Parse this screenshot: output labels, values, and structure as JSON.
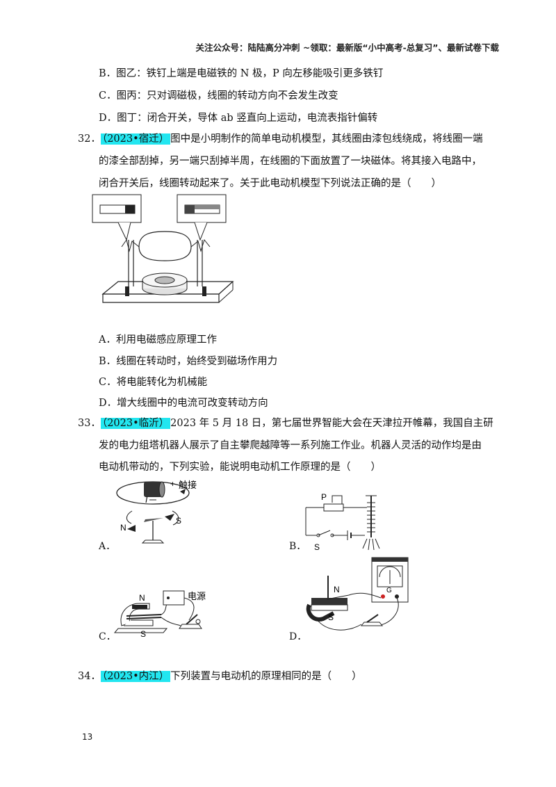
{
  "header": {
    "text": "关注公众号：陆陆高分冲刺  ~领取：最新版“小中高考-总复习”、最新试卷下载"
  },
  "prev_options": {
    "B": "B．图乙：铁钉上端是电磁铁的 N 极，P 向左移能吸引更多铁钉",
    "C": "C．图丙：只对调磁极，线圈的转动方向不会发生改变",
    "D": "D．图丁：闭合开关，导体 ab 竖直向上运动，电流表指针偏转"
  },
  "q32": {
    "number": "32．",
    "tag": "（2023•宿迁）",
    "line1": "图中是小明制作的简单电动机模型，其线圈由漆包线绕成，将线圈一端",
    "line2": "的漆全部刮掉，另一端只刮掉半周，在线圈的下面放置了一块磁体。将其接入电路中，",
    "line3": "闭合开关后，线圈转动起来了。关于此电动机模型下列说法正确的是（　　）",
    "options": {
      "A": "A．利用电磁感应原理工作",
      "B": "B．线圈在转动时，始终受到磁场作用力",
      "C": "C．将电能转化为机械能",
      "D": "D．增大线圈中的电流可改变转动方向"
    }
  },
  "q33": {
    "number": "33．",
    "tag": "（2023•临沂）",
    "line1": "2023 年 5 月 18 日，第七届世界智能大会在天津拉开帷幕，我国自主研",
    "line2": "发的电力组塔机器人展示了自主攀爬越障等一系列施工作业。机器人灵活的动作均是由",
    "line3": "电动机带动的，下列实验，能说明电动机工作原理的是（　　）",
    "labels": {
      "A": "A．",
      "B": "B．",
      "C": "C．",
      "D": "D．"
    },
    "figA": {
      "plus": "+",
      "touch": "触接",
      "current": "I",
      "north": "N",
      "south": "S"
    },
    "figB": {
      "slider": "P",
      "switch": "S"
    },
    "figC": {
      "north": "N",
      "south": "S",
      "power": "电源"
    },
    "figD": {
      "north": "N",
      "south": "S",
      "meter": "G"
    }
  },
  "q34": {
    "number": "34．",
    "tag": "（2023•内江）",
    "line1": "下列装置与电动机的原理相同的是（　　）"
  },
  "page_number": "13"
}
